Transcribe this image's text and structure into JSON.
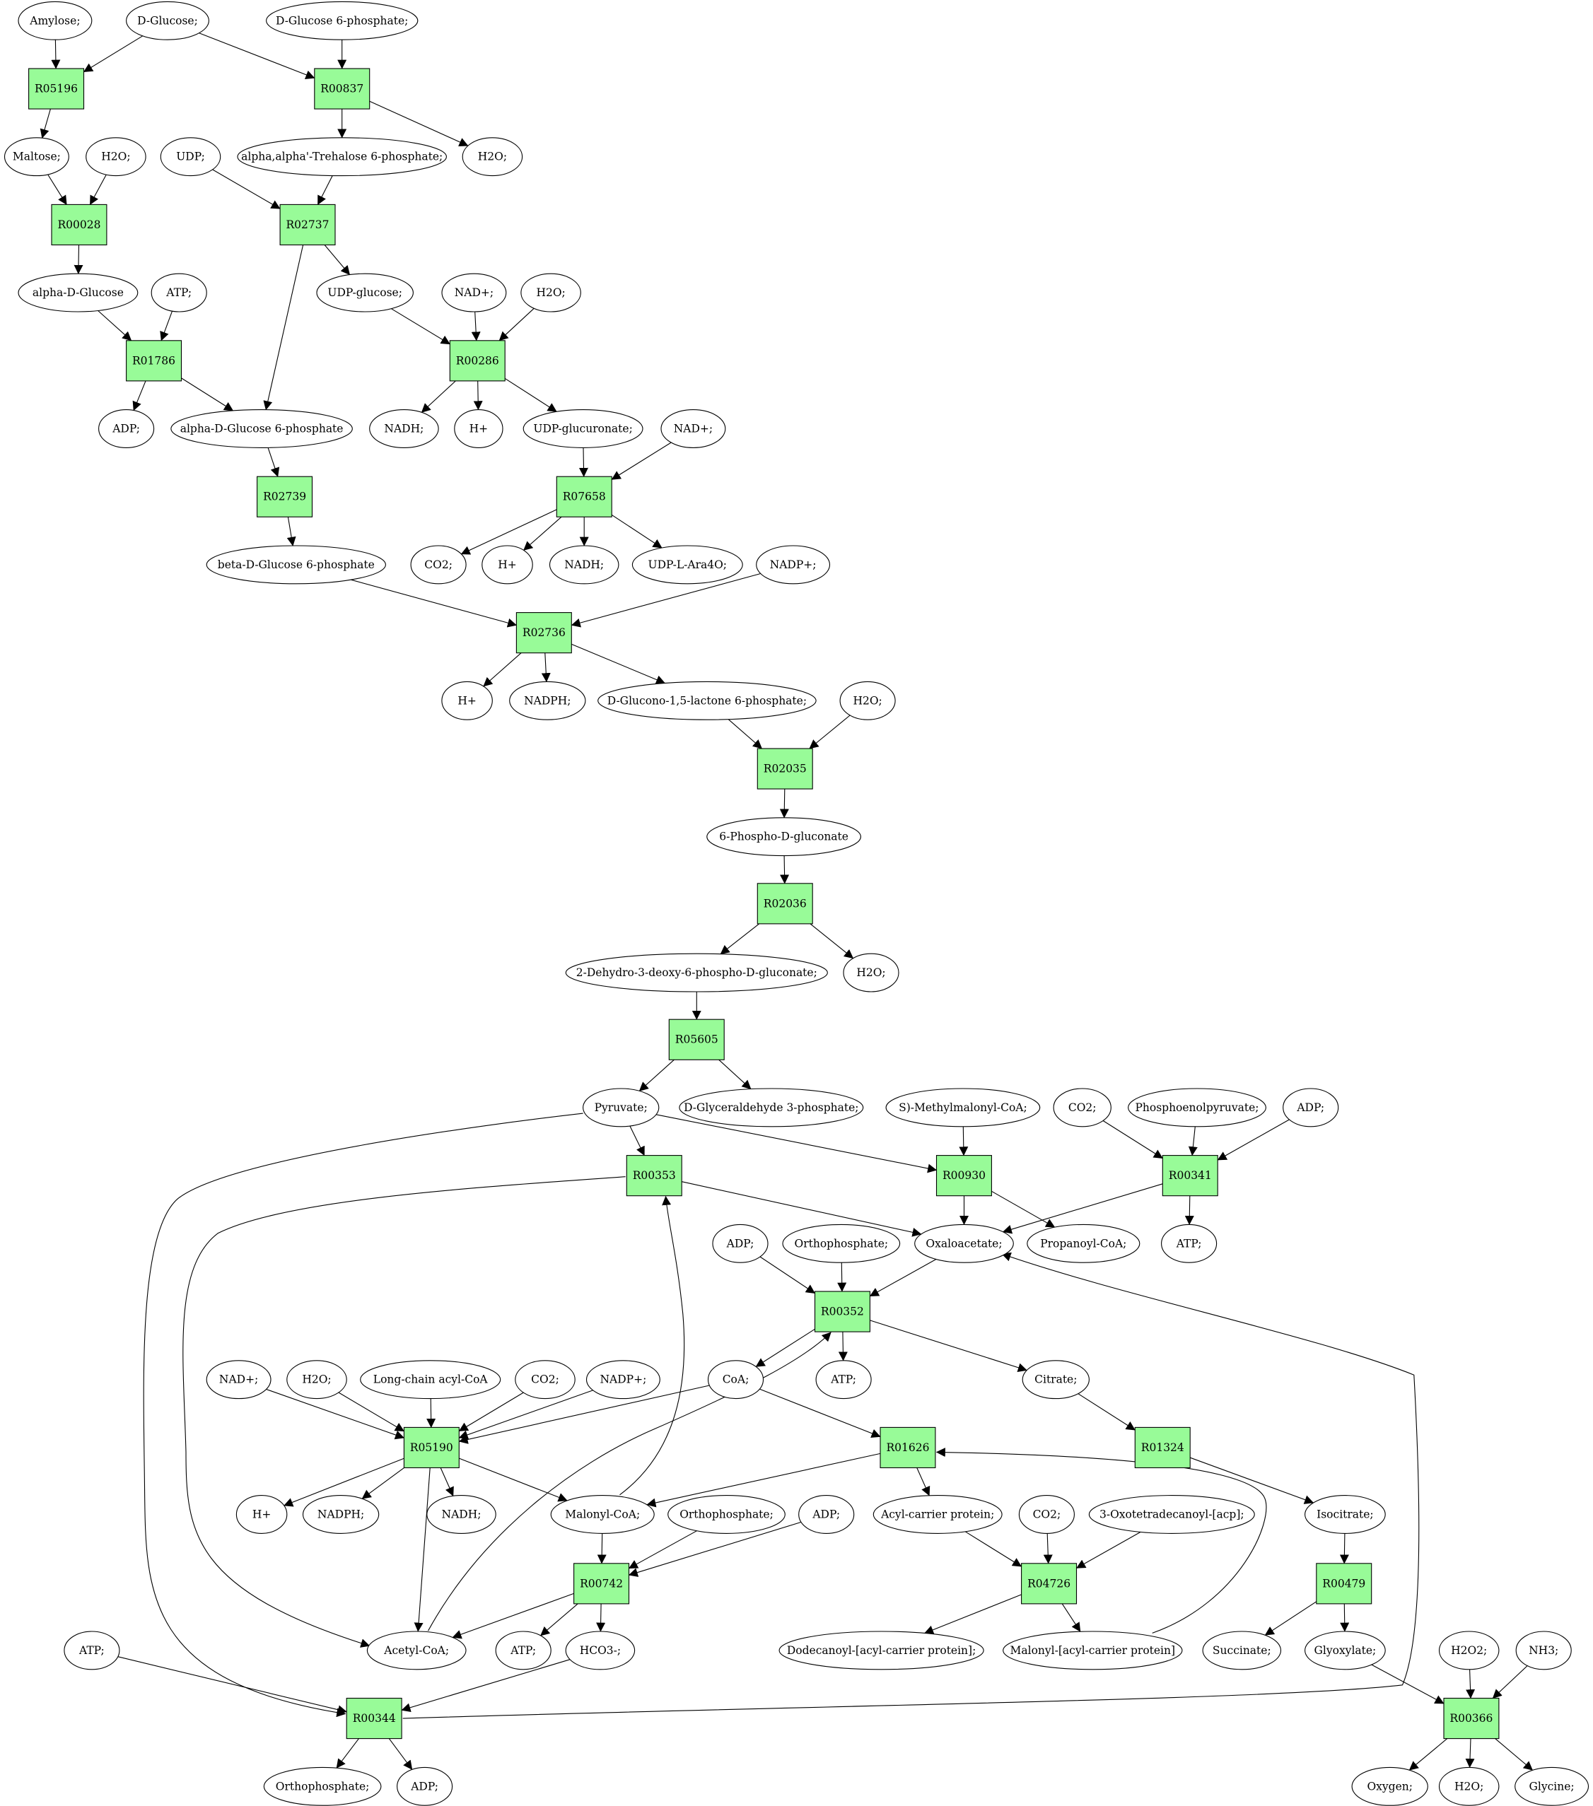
{
  "colors": {
    "reaction": "#98fb98",
    "source": "#00ff00",
    "target": "#ffff00",
    "metabolite": "#ffffff"
  },
  "reactions": {
    "r05196": "R05196",
    "r00837": "R00837",
    "r00028": "R00028",
    "r02737": "R02737",
    "r01786": "R01786",
    "r00286": "R00286",
    "r02739": "R02739",
    "r07658": "R07658",
    "r02736": "R02736",
    "r02035": "R02035",
    "r02036": "R02036",
    "r05605": "R05605",
    "r00353": "R00353",
    "r00930": "R00930",
    "r00341": "R00341",
    "r00352": "R00352",
    "r05190": "R05190",
    "r01626": "R01626",
    "r01324": "R01324",
    "r00742": "R00742",
    "r04726": "R04726",
    "r00479": "R00479",
    "r00344": "R00344",
    "r00366": "R00366"
  },
  "metabolites": {
    "amylose": "Amylose;",
    "d_glucose": "D-Glucose;",
    "d_glucose_6p": "D-Glucose 6-phosphate;",
    "maltose": "Maltose;",
    "h2o_1": "H2O;",
    "udp_1": "UDP;",
    "trehalose_6p": "alpha,alpha'-Trehalose 6-phosphate;",
    "h2o_2": "H2O;",
    "alpha_d_glucose": "alpha-D-Glucose",
    "atp_1": "ATP;",
    "udp_glucose": "UDP-glucose;",
    "nad_1": "NAD+;",
    "h2o_3": "H2O;",
    "adp_1": "ADP;",
    "alpha_d_glucose_6p": "alpha-D-Glucose 6-phosphate",
    "nadh_1": "NADH;",
    "hplus_1": "H+",
    "udp_glucuronate": "UDP-glucuronate;",
    "nad_2": "NAD+;",
    "beta_d_glucose_6p": "beta-D-Glucose 6-phosphate",
    "co2_1": "CO2;",
    "hplus_2": "H+",
    "nadh_2": "NADH;",
    "udp_l_ara4o": "UDP-L-Ara4O;",
    "nadp_1": "NADP+;",
    "hplus_3": "H+",
    "nadph_1": "NADPH;",
    "glucono_lactone_6p": "D-Glucono-1,5-lactone 6-phosphate;",
    "h2o_4": "H2O;",
    "phospho_d_gluconate": "6-Phospho-D-gluconate",
    "kdpg": "2-Dehydro-3-deoxy-6-phospho-D-gluconate;",
    "h2o_5": "H2O;",
    "pyruvate": "Pyruvate;",
    "gap": "D-Glyceraldehyde 3-phosphate;",
    "methylmalonyl_coa": "S)-Methylmalonyl-CoA;",
    "co2_2": "CO2;",
    "pep": "Phosphoenolpyruvate;",
    "adp_2": "ADP;",
    "adp_3": "ADP;",
    "orthophosphate_1": "Orthophosphate;",
    "oxaloacetate": "Oxaloacetate;",
    "propanoyl_coa": "Propanoyl-CoA;",
    "atp_2": "ATP;",
    "nad_3": "NAD+;",
    "h2o_6": "H2O;",
    "long_chain_acyl_coa": "Long-chain acyl-CoA",
    "co2_3": "CO2;",
    "nadp_2": "NADP+;",
    "coa": "CoA;",
    "atp_3": "ATP;",
    "citrate": "Citrate;",
    "hplus_4": "H+",
    "nadph_2": "NADPH;",
    "nadh_3": "NADH;",
    "malonyl_coa": "Malonyl-CoA;",
    "orthophosphate_2": "Orthophosphate;",
    "adp_4": "ADP;",
    "acp": "Acyl-carrier protein;",
    "co2_4": "CO2;",
    "oxotetradecanoyl_acp": "3-Oxotetradecanoyl-[acp];",
    "isocitrate": "Isocitrate;",
    "atp_4": "ATP;",
    "acetyl_coa": "Acetyl-CoA;",
    "atp_5": "ATP;",
    "hco3": "HCO3-;",
    "dodecanoyl_acp": "Dodecanoyl-[acyl-carrier protein];",
    "malonyl_acp": "Malonyl-[acyl-carrier protein]",
    "succinate": "Succinate;",
    "glyoxylate": "Glyoxylate;",
    "h2o2": "H2O2;",
    "nh3": "NH3;",
    "orthophosphate_3": "Orthophosphate;",
    "adp_5": "ADP;",
    "oxygen": "Oxygen;",
    "h2o_7": "H2O;",
    "glycine": "Glycine;"
  }
}
